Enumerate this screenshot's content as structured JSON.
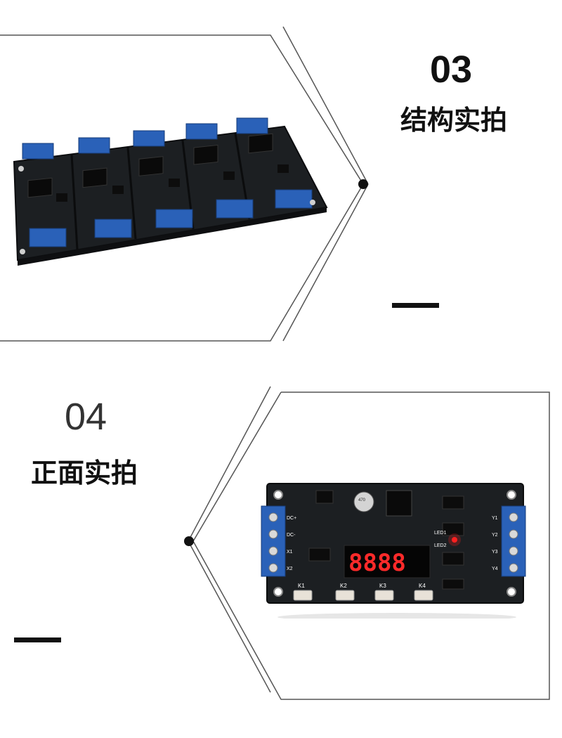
{
  "section_03": {
    "number": "03",
    "title": "结构实拍"
  },
  "section_04": {
    "number": "04",
    "title": "正面实拍",
    "board": {
      "display_value": "8888",
      "buttons": [
        "K1",
        "K2",
        "K3",
        "K4"
      ],
      "left_terminal_labels": [
        "X1",
        "X2",
        "DC+",
        "DC-"
      ],
      "right_terminal_labels": [
        "Y1",
        "Y2",
        "Y3",
        "Y4"
      ],
      "led_labels": [
        "LED1",
        "LED2"
      ],
      "capacitor_label": "470"
    }
  },
  "colors": {
    "pcb": "#1c1f22",
    "terminal_blue": "#2a61b8",
    "segment_red": "#ff2a2a",
    "frame_line": "#444444"
  }
}
